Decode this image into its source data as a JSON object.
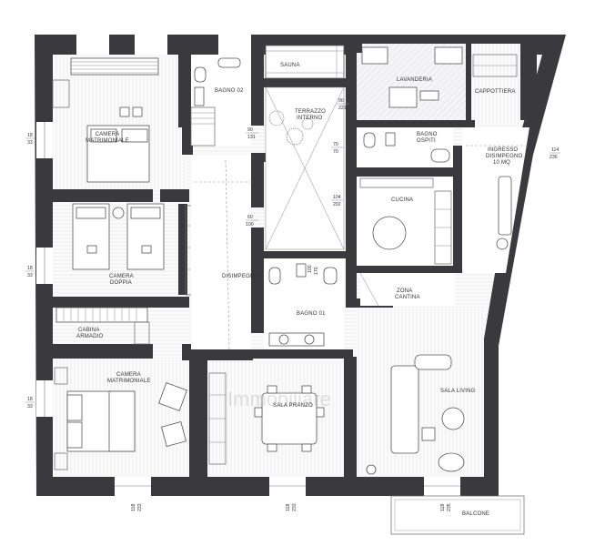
{
  "rooms": {
    "camera_matrimoniale_1": [
      "CAMERA",
      "MATRIMONIALE"
    ],
    "bagno_02": "BAGNO 02",
    "sauna": "SAUNA",
    "lavanderia": "LAVANDERIA",
    "cappottiera": "CAPPOTTIERA",
    "terrazzo_interno": [
      "TERRAZZO",
      "INTERNO"
    ],
    "bagno_ospiti": [
      "BAGNO",
      "OSPITI"
    ],
    "ingresso": [
      "INGRESSO",
      "DISIMPEGNO",
      "10 MQ"
    ],
    "cucina": "CUCINA",
    "camera_doppia": [
      "CAMERA",
      "DOPPIA"
    ],
    "disimpegno": "DISIMPEGNO",
    "zona_cantina": [
      "ZONA",
      "CANTINA"
    ],
    "bagno_01": "BAGNO 01",
    "cabina_armadio": [
      "CABINA",
      "ARMADIO"
    ],
    "camera_matrimoniale_2": [
      "CAMERA",
      "MATRIMONIALE"
    ],
    "sala_pranzo": "SALA PRANZO",
    "sala_living": "SALA LIVING",
    "balcone": "BALCONE"
  },
  "dimensions": {
    "left_1": [
      "18",
      "33"
    ],
    "left_2": [
      "18",
      "33"
    ],
    "left_3": [
      "18",
      "33"
    ],
    "lavanderia_door": [
      "90",
      "221"
    ],
    "terrazzo_door": [
      "90",
      "131"
    ],
    "bagno_ospiti_door": [
      "70",
      "70"
    ],
    "ingresso_door": [
      "114",
      "236"
    ],
    "cucina_door": [
      "104",
      "202"
    ],
    "disimpegno_door": [
      "60",
      "100"
    ],
    "bagno01_door": [
      "100",
      "170"
    ],
    "bottom_1": [
      "118",
      "233"
    ],
    "bottom_2": [
      "118",
      "233"
    ],
    "bottom_3": [
      "118",
      "235"
    ]
  },
  "watermark": "Immobiliare"
}
